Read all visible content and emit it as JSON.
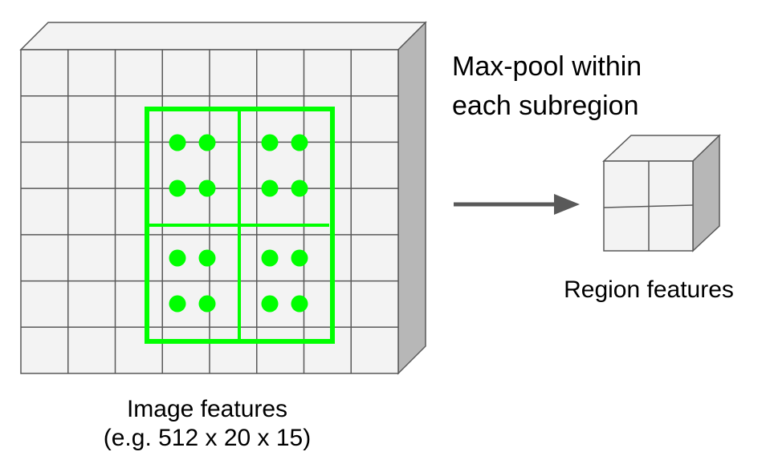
{
  "labels": {
    "image_features_line1": "Image features",
    "image_features_line2": "(e.g. 512 x 20 x 15)",
    "operation_line1": "Max-pool within",
    "operation_line2": "each subregion",
    "region_features": "Region features"
  },
  "colors": {
    "grid_face": "#f3f3f3",
    "cube_top": "#f3f3f3",
    "cube_side": "#b7b7b7",
    "grid_line": "#595959",
    "highlight": "#00ff00",
    "arrow": "#595959"
  },
  "feature_map": {
    "columns": 8,
    "rows": 7
  },
  "pooling": {
    "subregions": 4,
    "points_per_subregion": 4
  },
  "output": {
    "columns": 2,
    "rows": 2
  }
}
